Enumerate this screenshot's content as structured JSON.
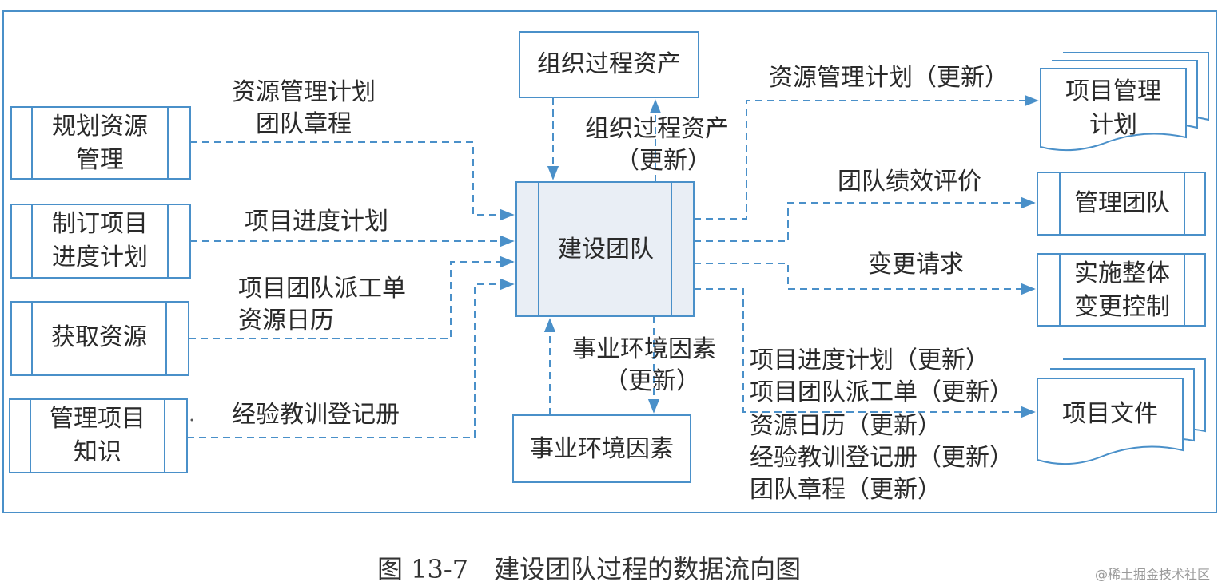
{
  "diagram": {
    "central_process": "建设团队",
    "inputs": [
      {
        "process": "规划资源管理",
        "line1": "规划资源",
        "line2": "管理",
        "flows": [
          "资源管理计划",
          "团队章程"
        ]
      },
      {
        "process": "制订项目进度计划",
        "line1": "制订项目",
        "line2": "进度计划",
        "flows": [
          "项目进度计划"
        ]
      },
      {
        "process": "获取资源",
        "line1": "获取资源",
        "line2": "",
        "flows": [
          "项目团队派工单",
          "资源日历"
        ]
      },
      {
        "process": "管理项目知识",
        "line1": "管理项目",
        "line2": "知识",
        "flows": [
          "经验教训登记册"
        ]
      }
    ],
    "top": {
      "box": "组织过程资产",
      "update_line1": "组织过程资产",
      "update_line2": "（更新）"
    },
    "bottom": {
      "box": "事业环境因素",
      "update_line1": "事业环境因素",
      "update_line2": "（更新）"
    },
    "outputs": [
      {
        "target_line1": "项目管理",
        "target_line2": "计划",
        "flows": [
          "资源管理计划（更新）"
        ]
      },
      {
        "target_line1": "管理团队",
        "target_line2": "",
        "flows": [
          "团队绩效评价"
        ]
      },
      {
        "target_line1": "实施整体",
        "target_line2": "变更控制",
        "flows": [
          "变更请求"
        ]
      },
      {
        "target_line1": "项目文件",
        "target_line2": "",
        "flows": [
          "项目进度计划（更新）",
          "项目团队派工单（更新）",
          "资源日历（更新）",
          "经验教训登记册（更新）",
          "团队章程（更新）"
        ]
      }
    ]
  },
  "caption": "图 13-7　建设团队过程的数据流向图",
  "watermark": "@稀土掘金技术社区",
  "colors": {
    "line": "#4a90c9",
    "center_fill": "#e9eef5",
    "text": "#2a2a2a"
  }
}
